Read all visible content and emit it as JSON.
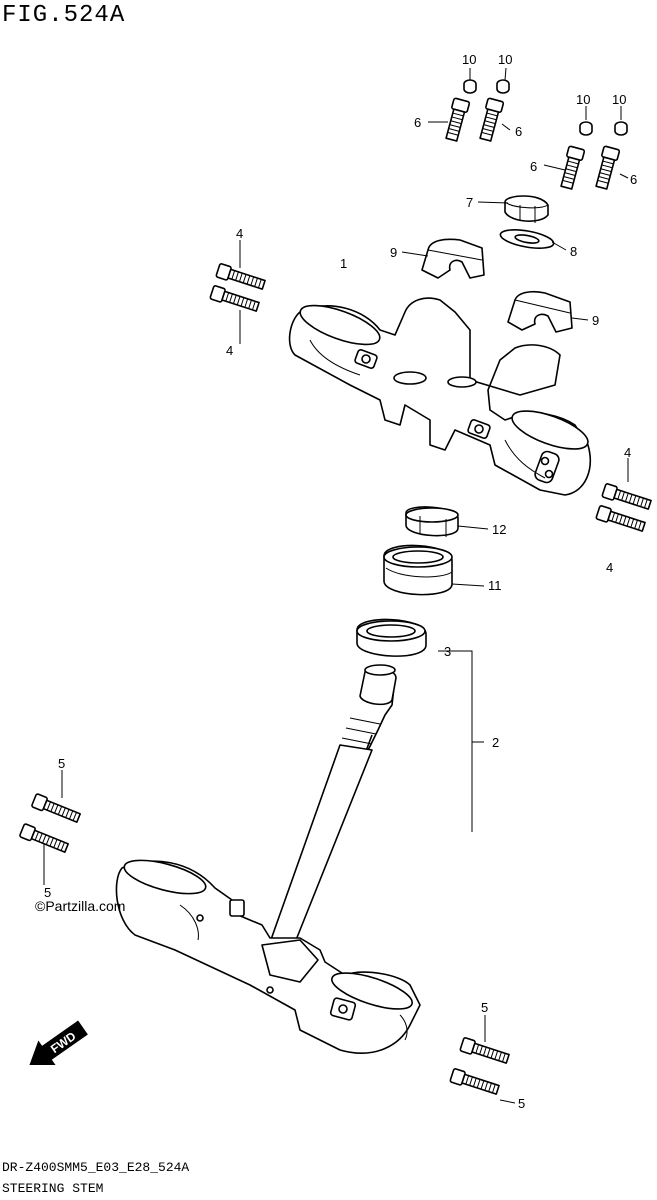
{
  "header": {
    "figure_title": "FIG.524A"
  },
  "footer": {
    "model_code": "DR-Z400SMM5_E03_E28_524A",
    "section_name": "STEERING STEM"
  },
  "watermark": "©Partzilla.com",
  "fwd_label": "FWD",
  "callouts": {
    "p1": "1",
    "p2": "2",
    "p3": "3",
    "p4a": "4",
    "p4b": "4",
    "p4c": "4",
    "p4d": "4",
    "p5a": "5",
    "p5b": "5",
    "p5c": "5",
    "p5d": "5",
    "p6a": "6",
    "p6b": "6",
    "p6c": "6",
    "p6d": "6",
    "p7": "7",
    "p8": "8",
    "p9a": "9",
    "p9b": "9",
    "p10a": "10",
    "p10b": "10",
    "p10c": "10",
    "p10d": "10",
    "p11": "11",
    "p12": "12"
  }
}
